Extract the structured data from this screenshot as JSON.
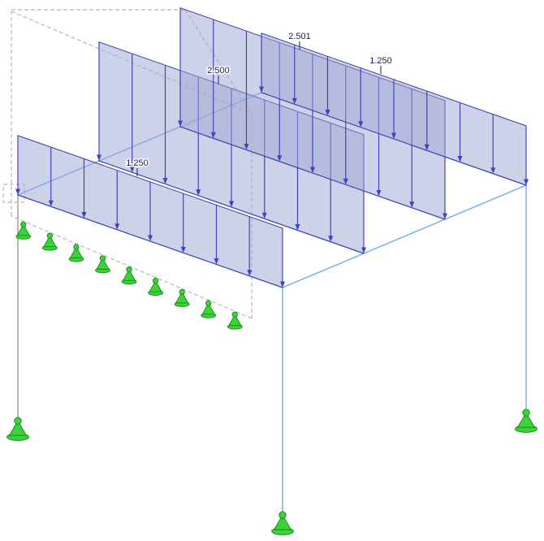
{
  "viewport": {
    "title": "3D structural model view",
    "background": "#ffffff"
  },
  "colors": {
    "member": "#74b4e4",
    "member_gray": "#a2a2a2",
    "hidden_outline": "#b8b8b8",
    "load_fill": "#9ea6d4",
    "load_edge": "#3d3d9e",
    "load_arrow": "#4343c0",
    "support_fill": "#3bd23b",
    "support_stroke": "#128c12",
    "label_text": "#181878"
  },
  "loads": {
    "type": "distributed-member-load",
    "arrow_count": 9,
    "panels": [
      {
        "label": "1.250",
        "value": 1.25
      },
      {
        "label": "2.500",
        "value": 2.5
      },
      {
        "label": "2.501",
        "value": 2.501
      },
      {
        "label": "1.250",
        "value": 1.25
      }
    ]
  },
  "supports": {
    "line_support_count": 9,
    "column_support_count": 3
  }
}
